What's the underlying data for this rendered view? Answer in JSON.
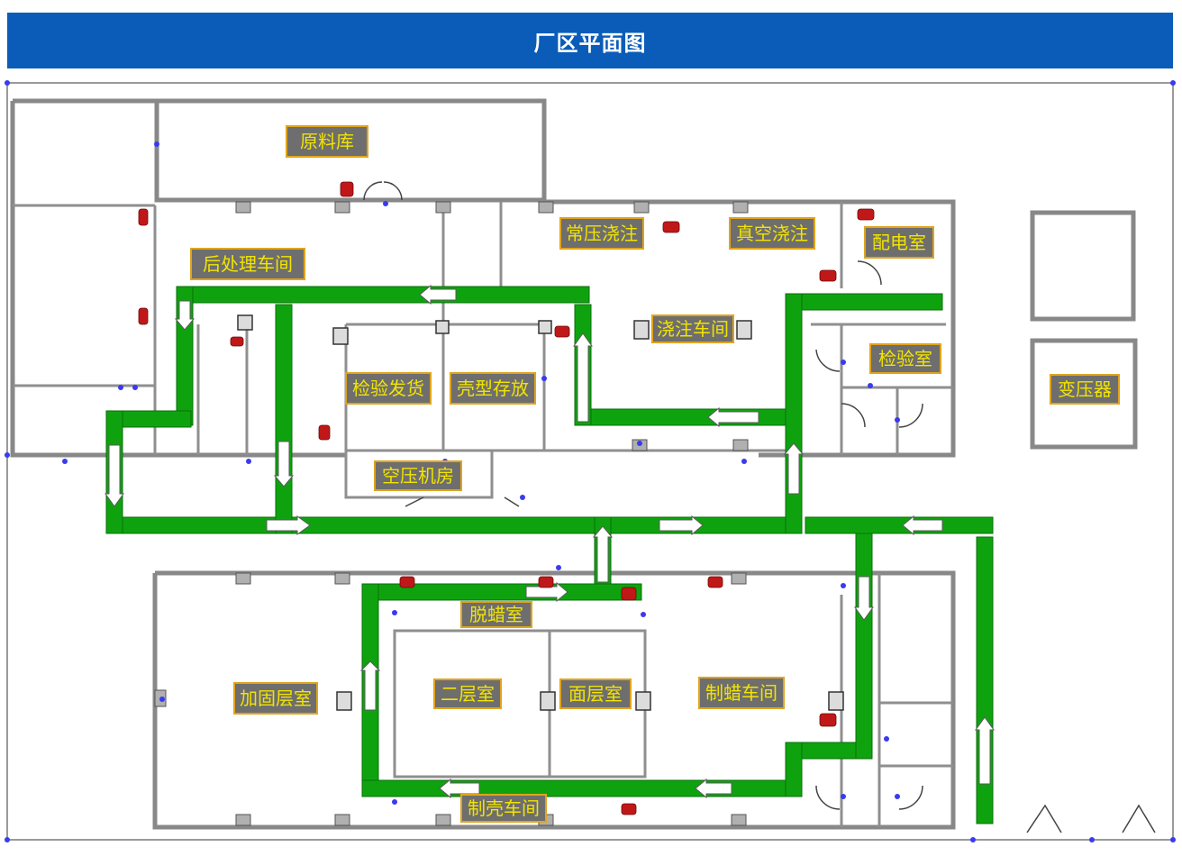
{
  "header": {
    "title": "厂区平面图"
  },
  "rooms": {
    "raw_material": "原料库",
    "post_processing": "后处理车间",
    "normal_pressure_pouring": "常压浇注",
    "vacuum_pouring": "真空浇注",
    "distribution_room": "配电室",
    "pouring_workshop": "浇注车间",
    "inspection_room": "检验室",
    "inspection_shipping": "检验发货",
    "shell_storage": "壳型存放",
    "air_compressor": "空压机房",
    "transformer": "变压器",
    "dewaxing": "脱蜡室",
    "reinforcement": "加固层室",
    "second_layer": "二层室",
    "surface_layer": "面层室",
    "wax_workshop": "制蜡车间",
    "shell_workshop": "制壳车间"
  },
  "colors": {
    "header_bg": "#0a5cb8",
    "route": "#0ea30e",
    "label_text": "#f2e400",
    "label_bg": "#6e6e6e"
  }
}
